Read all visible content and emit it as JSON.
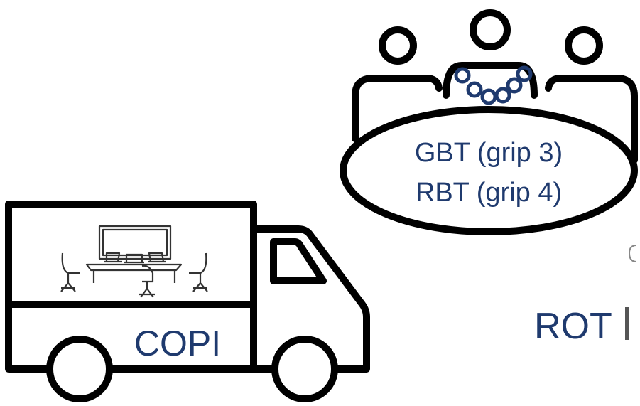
{
  "colors": {
    "ink": "#000000",
    "label": "#1f3a6e",
    "chain": "#1f3a6e",
    "paper": "#ffffff"
  },
  "icons": {
    "meeting": "people-at-table-icon",
    "truck": "truck-icon",
    "office": "office-desk-icon",
    "chain": "chain-links-icon"
  },
  "table": {
    "line1": "GBT (grip 3)",
    "line2": "RBT (grip 4)"
  },
  "truck": {
    "label": "COPI"
  },
  "right_label": "ROT"
}
